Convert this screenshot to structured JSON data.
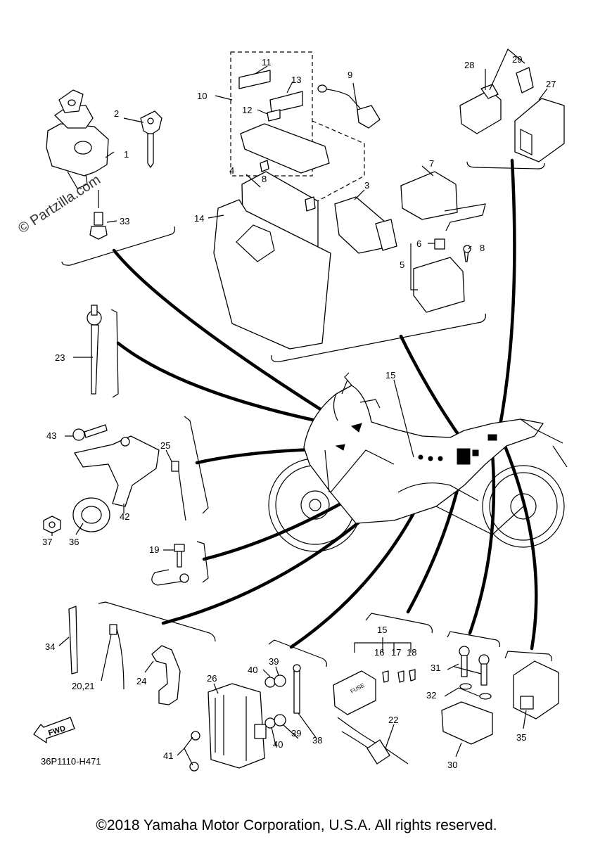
{
  "watermark": "© Partzilla.com",
  "drawing_number": "36P1110-H471",
  "fwd_label": "FWD",
  "fuse_label": "FUSE",
  "copyright": "©2018 Yamaha Motor Corporation, U.S.A. All rights reserved.",
  "callouts": {
    "c1": "1",
    "c2": "2",
    "c3": "3",
    "c4": "4",
    "c5": "5",
    "c6": "6",
    "c7": "7",
    "c8": "8",
    "c8b": "8",
    "c9": "9",
    "c10": "10",
    "c11": "11",
    "c12": "12",
    "c13": "13",
    "c14": "14",
    "c15a": "15",
    "c15b": "15",
    "c16": "16",
    "c17": "17",
    "c18": "18",
    "c19": "19",
    "c2021": "20,21",
    "c22": "22",
    "c23": "23",
    "c24": "24",
    "c25": "25",
    "c26": "26",
    "c27": "27",
    "c28": "28",
    "c29": "29",
    "c30": "30",
    "c31": "31",
    "c32": "32",
    "c33": "33",
    "c34": "34",
    "c35": "35",
    "c36": "36",
    "c37": "37",
    "c38": "38",
    "c39a": "39",
    "c39b": "39",
    "c40a": "40",
    "c40b": "40",
    "c41": "41",
    "c42": "42",
    "c43": "43"
  }
}
